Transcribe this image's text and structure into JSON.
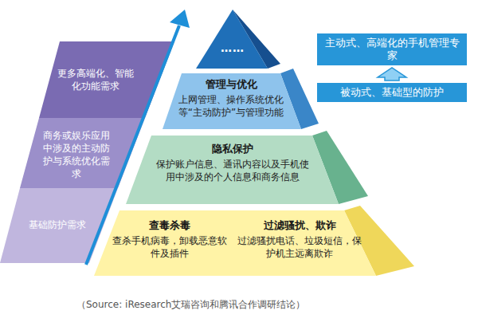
{
  "diagram": {
    "caption": "（Source: iResearch艾瑞咨询和腾讯合作调研结论）",
    "nodes": [
      {
        "text": [
          "……"
        ]
      },
      {
        "text": [
          "管理与优化",
          "上网管理、操作系统优化等“主动防护”与管理功能"
        ]
      },
      {
        "text": [
          "隐私保护",
          "保护账户信息、通讯内容以及手机使用中涉及的个人信息和商务信息"
        ]
      },
      {
        "text": [
          "查毒杀毒",
          "查杀手机病毒，卸载恶意软件及插件"
        ]
      },
      {
        "text": [
          "过滤骚扰、欺诈",
          "过滤骚扰电话、垃圾短信，保护机主远离欺诈"
        ]
      },
      {
        "text": [
          "更多高端化、智能化功能需求"
        ]
      },
      {
        "text": [
          "商务或娱乐应用中涉及的主动防护与系统优化需求"
        ]
      },
      {
        "text": [
          "基础防护需求"
        ]
      },
      {
        "text": [
          "主动式、高端化的手机管理专家"
        ]
      },
      {
        "text": [
          "被动式、基础型的防护"
        ]
      }
    ],
    "edges": [
      {
        "from": 9,
        "to": 8,
        "arrow": "to"
      }
    ]
  }
}
